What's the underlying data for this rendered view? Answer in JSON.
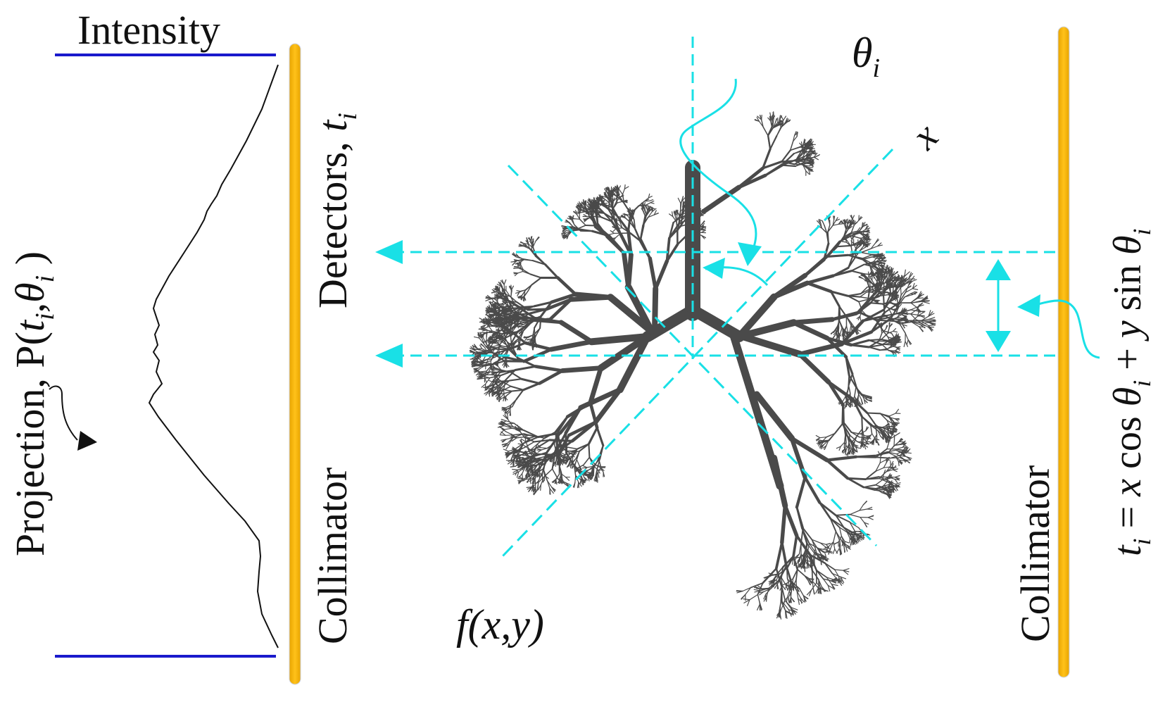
{
  "labels": {
    "intensity": "Intensity",
    "projection_prefix": "Projection, P(",
    "projection_t": "t",
    "projection_t_sub": "i",
    "projection_comma": ",",
    "projection_theta": "θ",
    "projection_theta_sub": "i",
    "projection_close": " )",
    "detectors_prefix": "Detectors, ",
    "detectors_t": "t",
    "detectors_t_sub": "i",
    "collimator_left": "Collimator",
    "collimator_right": "Collimator",
    "theta": "θ",
    "theta_sub": "i",
    "x_axis": "x",
    "function": "f",
    "function_args": "(x,y)",
    "equation_t": "t",
    "equation_t_sub": "i",
    "equation_eq": " = ",
    "equation_x": "x",
    "equation_cos": " cos ",
    "equation_theta1": "θ",
    "equation_theta1_sub": "i",
    "equation_plus": "  +  ",
    "equation_y": "y",
    "equation_sin": " sin ",
    "equation_theta2": "θ",
    "equation_theta2_sub": "i"
  },
  "colors": {
    "collimator": "#f5b301",
    "intensity_line": "#1a1acc",
    "ray": "#19e0e6",
    "profile": "#111111",
    "tree": "#4a4a4a"
  },
  "icons": {
    "projection_pointer": "arrowhead-icon",
    "ray_arrows": "arrow-left-icon"
  }
}
